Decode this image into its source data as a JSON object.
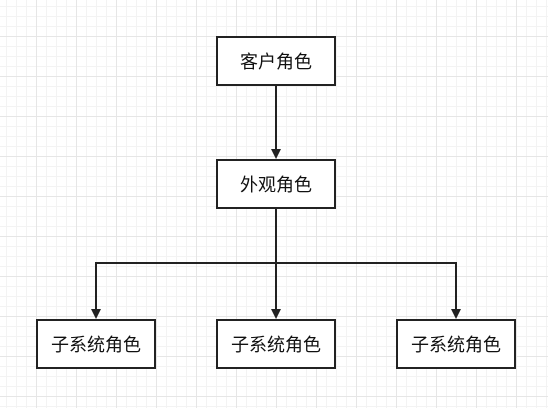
{
  "diagram": {
    "type": "hierarchy",
    "nodes": [
      {
        "id": "client",
        "label": "客户角色"
      },
      {
        "id": "facade",
        "label": "外观角色"
      },
      {
        "id": "sub1",
        "label": "子系统角色"
      },
      {
        "id": "sub2",
        "label": "子系统角色"
      },
      {
        "id": "sub3",
        "label": "子系统角色"
      }
    ],
    "edges": [
      {
        "from": "client",
        "to": "facade"
      },
      {
        "from": "facade",
        "to": "sub1"
      },
      {
        "from": "facade",
        "to": "sub2"
      },
      {
        "from": "facade",
        "to": "sub3"
      }
    ],
    "colors": {
      "stroke": "#222222",
      "fill": "#ffffff",
      "text": "#111111",
      "grid": "#e6e6e6"
    }
  }
}
